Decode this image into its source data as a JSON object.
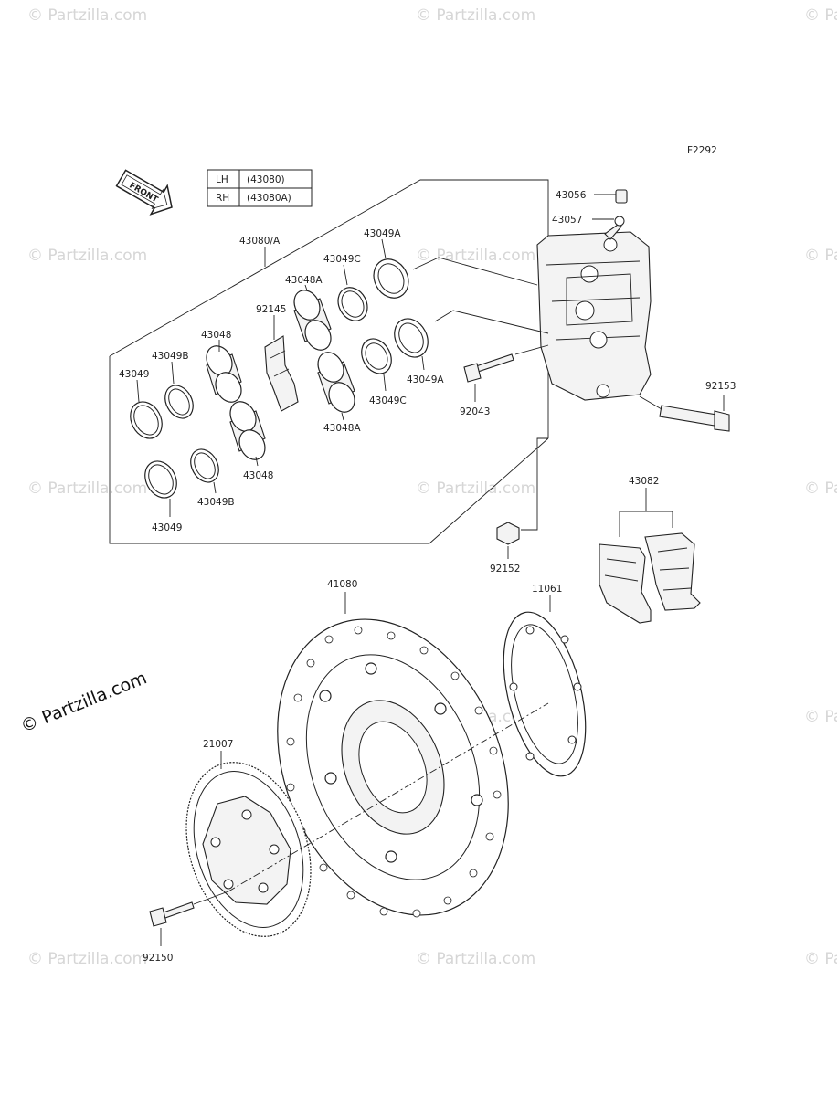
{
  "figure_code": "F2292",
  "front_label": "FRONT",
  "side_table": [
    {
      "side": "LH",
      "part": "(43080)"
    },
    {
      "side": "RH",
      "part": "(43080A)"
    }
  ],
  "labels": {
    "caliper_assy": "43080/A",
    "seal_c_top": "43049C",
    "seal_a_top": "43049A",
    "piston_a_top": "43048A",
    "spring_92145": "92145",
    "piston_43048_top": "43048",
    "seal_b_top": "43049B",
    "seal_43049_top": "43049",
    "piston_a_bottom": "43048A",
    "seal_c_bottom": "43049C",
    "seal_a_bottom": "43049A",
    "pin_92043": "92043",
    "piston_43048_bottom": "43048",
    "seal_b_bottom": "43049B",
    "seal_43049_bottom": "43049",
    "bleed_valve": "43056",
    "bleed_cap": "43057",
    "bolt_92153": "92153",
    "pads": "43082",
    "collar_92152": "92152",
    "disc": "41080",
    "gasket": "11061",
    "sensor_rotor": "21007",
    "bolt_92150": "92150"
  },
  "watermark": {
    "small": "© Partzilla.com",
    "main": "© Partzilla.com"
  },
  "icons": [
    "front-arrow-icon"
  ]
}
